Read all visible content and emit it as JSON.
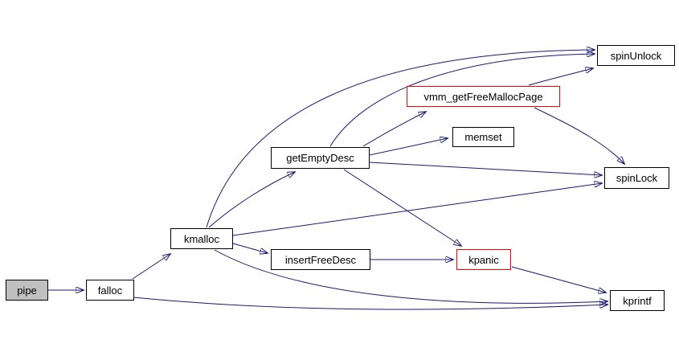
{
  "diagram": {
    "type": "call-graph",
    "background_color": "#ffffff",
    "edge_color": "#191970",
    "node_border_color": "#000000",
    "alert_border_color": "#ff0000",
    "entry_fill_color": "#c0c0c0",
    "nodes": [
      {
        "id": "pipe",
        "label": "pipe",
        "style": "entry"
      },
      {
        "id": "falloc",
        "label": "falloc",
        "style": "normal"
      },
      {
        "id": "kmalloc",
        "label": "kmalloc",
        "style": "normal"
      },
      {
        "id": "getEmptyDesc",
        "label": "getEmptyDesc",
        "style": "normal"
      },
      {
        "id": "insertFreeDesc",
        "label": "insertFreeDesc",
        "style": "normal"
      },
      {
        "id": "vmm_getFreeMallocPage",
        "label": "vmm_getFreeMallocPage",
        "style": "alert"
      },
      {
        "id": "memset",
        "label": "memset",
        "style": "normal"
      },
      {
        "id": "spinUnlock",
        "label": "spinUnlock",
        "style": "normal"
      },
      {
        "id": "spinLock",
        "label": "spinLock",
        "style": "normal"
      },
      {
        "id": "kpanic",
        "label": "kpanic",
        "style": "alert"
      },
      {
        "id": "kprintf",
        "label": "kprintf",
        "style": "normal"
      }
    ],
    "edges": [
      {
        "from": "pipe",
        "to": "falloc"
      },
      {
        "from": "falloc",
        "to": "kmalloc"
      },
      {
        "from": "falloc",
        "to": "kprintf"
      },
      {
        "from": "kmalloc",
        "to": "getEmptyDesc"
      },
      {
        "from": "kmalloc",
        "to": "insertFreeDesc"
      },
      {
        "from": "kmalloc",
        "to": "spinUnlock"
      },
      {
        "from": "kmalloc",
        "to": "spinLock"
      },
      {
        "from": "kmalloc",
        "to": "kprintf"
      },
      {
        "from": "getEmptyDesc",
        "to": "vmm_getFreeMallocPage"
      },
      {
        "from": "getEmptyDesc",
        "to": "memset"
      },
      {
        "from": "getEmptyDesc",
        "to": "spinLock"
      },
      {
        "from": "getEmptyDesc",
        "to": "spinUnlock"
      },
      {
        "from": "getEmptyDesc",
        "to": "kpanic"
      },
      {
        "from": "vmm_getFreeMallocPage",
        "to": "spinUnlock"
      },
      {
        "from": "vmm_getFreeMallocPage",
        "to": "spinLock"
      },
      {
        "from": "insertFreeDesc",
        "to": "kpanic"
      },
      {
        "from": "kpanic",
        "to": "kprintf"
      }
    ]
  }
}
